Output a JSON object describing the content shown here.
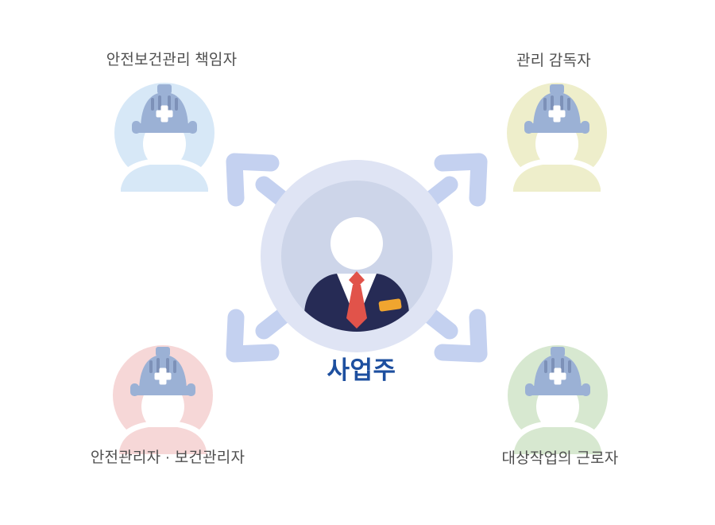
{
  "page": {
    "background_color": "#ffffff"
  },
  "diagram": {
    "center": {
      "label": "사업주",
      "label_color": "#1d4f9f",
      "icon": "employer-avatar-icon",
      "outer_circle_color": "#dfe4f4",
      "inner_circle_color": "#cdd5e9",
      "head_color": "#ffffff",
      "suit_color": "#262b55",
      "shirt_color": "#ffffff",
      "tie_color": "#e1534a",
      "pocket_square_color": "#f0a52f"
    },
    "arrow_color": "#c4d1f0",
    "arrow_directions": [
      "top-left",
      "top-right",
      "bottom-left",
      "bottom-right"
    ],
    "node_label_color": "#4e4e4e",
    "helmet_color": "#9bb1d5",
    "helmet_vent_color": "#7d91b8",
    "helmet_cross_color": "#ffffff",
    "nodes": [
      {
        "position": "top-left",
        "label": "안전보건관리 책임자",
        "icon": "worker-helmet-icon",
        "circle_color": "#d7e8f7"
      },
      {
        "position": "top-right",
        "label": "관리 감독자",
        "icon": "worker-helmet-icon",
        "circle_color": "#eeeecb"
      },
      {
        "position": "bottom-left",
        "label": "안전관리자 · 보건관리자",
        "icon": "worker-helmet-icon",
        "circle_color": "#f6d7d7"
      },
      {
        "position": "bottom-right",
        "label": "대상작업의 근로자",
        "icon": "worker-helmet-icon",
        "circle_color": "#d7e8d0"
      }
    ]
  }
}
